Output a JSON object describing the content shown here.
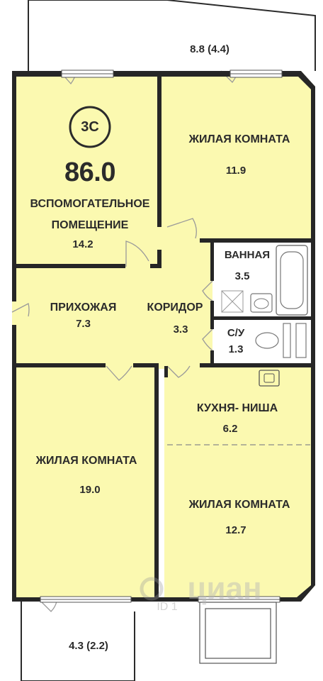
{
  "plan": {
    "tag": "3С",
    "total_area": "86.0",
    "colors": {
      "room_fill": "#fbf9b0",
      "wall": "#262626",
      "line": "#8a8a8a",
      "text": "#2b2b2b"
    },
    "rooms": {
      "utility": {
        "name_line1": "ВСПОМОГАТЕЛЬНОЕ",
        "name_line2": "ПОМЕЩЕНИЕ",
        "area": "14.2"
      },
      "living_top": {
        "name": "ЖИЛАЯ КОМНАТА",
        "area": "11.9"
      },
      "bathroom": {
        "name": "ВАННАЯ",
        "area": "3.5"
      },
      "hallway": {
        "name": "ПРИХОЖАЯ",
        "area": "7.3"
      },
      "corridor": {
        "name": "КОРИДОР",
        "area": "3.3"
      },
      "wc": {
        "name": "С/У",
        "area": "1.3"
      },
      "kitchen": {
        "name": "КУХНЯ- НИША",
        "area": "6.2"
      },
      "living_left": {
        "name": "ЖИЛАЯ КОМНАТА",
        "area": "19.0"
      },
      "living_right": {
        "name": "ЖИЛАЯ КОМНАТА",
        "area": "12.7"
      }
    },
    "balconies": {
      "top": {
        "area": "8.8 (4.4)"
      },
      "bottom": {
        "area": "4.3 (2.2)"
      }
    },
    "watermark": {
      "brand": "циан",
      "id_text": "ID 1"
    }
  }
}
